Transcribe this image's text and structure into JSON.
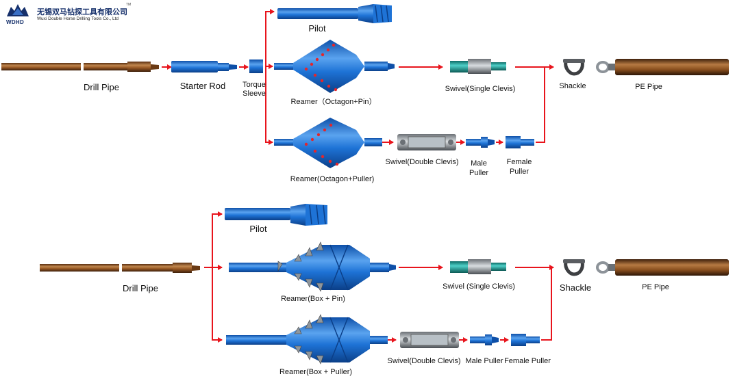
{
  "logo": {
    "company_cn": "无锡双马钻探工具有限公司",
    "company_en": "Wuxi Double Horse Drilling Tools Co., Ltd",
    "abbr": "WDHD",
    "tm": "TM"
  },
  "colors": {
    "blue": "#1e73d6",
    "blue_dark": "#0d4fa8",
    "blue_light": "#5aa3ef",
    "arrow": "#e8141c",
    "pipe_brown": "#9a5a25",
    "teal": "#1ba6a0",
    "teeth": "#e3262b"
  },
  "diagram1": {
    "drill_pipe": "Drill Pipe",
    "starter_rod": "Starter Rod",
    "torque_sleeve_1": "Torque",
    "torque_sleeve_2": "Sleeve",
    "pilot": "Pilot",
    "reamer_pin": "Reamer（Octagon+Pin）",
    "reamer_puller": "Reamer(Octagon+Puller)",
    "swivel_single": "Swivel(Single Clevis)",
    "swivel_double": "Swivel(Double Clevis)",
    "male_puller_1": "Male",
    "male_puller_2": "Puller",
    "female_puller_1": "Female",
    "female_puller_2": "Puller",
    "shackle": "Shackle",
    "pe_pipe": "PE Pipe"
  },
  "diagram2": {
    "drill_pipe": "Drill Pipe",
    "pilot": "Pilot",
    "reamer_pin": "Reamer(Box + Pin)",
    "reamer_puller": "Reamer(Box + Puller)",
    "swivel_single": "Swivel (Single Clevis)",
    "swivel_double": "Swivel(Double Clevis)",
    "male_puller": "Male Puller",
    "female_puller": "Female Puller",
    "shackle": "Shackle",
    "pe_pipe": "PE Pipe"
  }
}
